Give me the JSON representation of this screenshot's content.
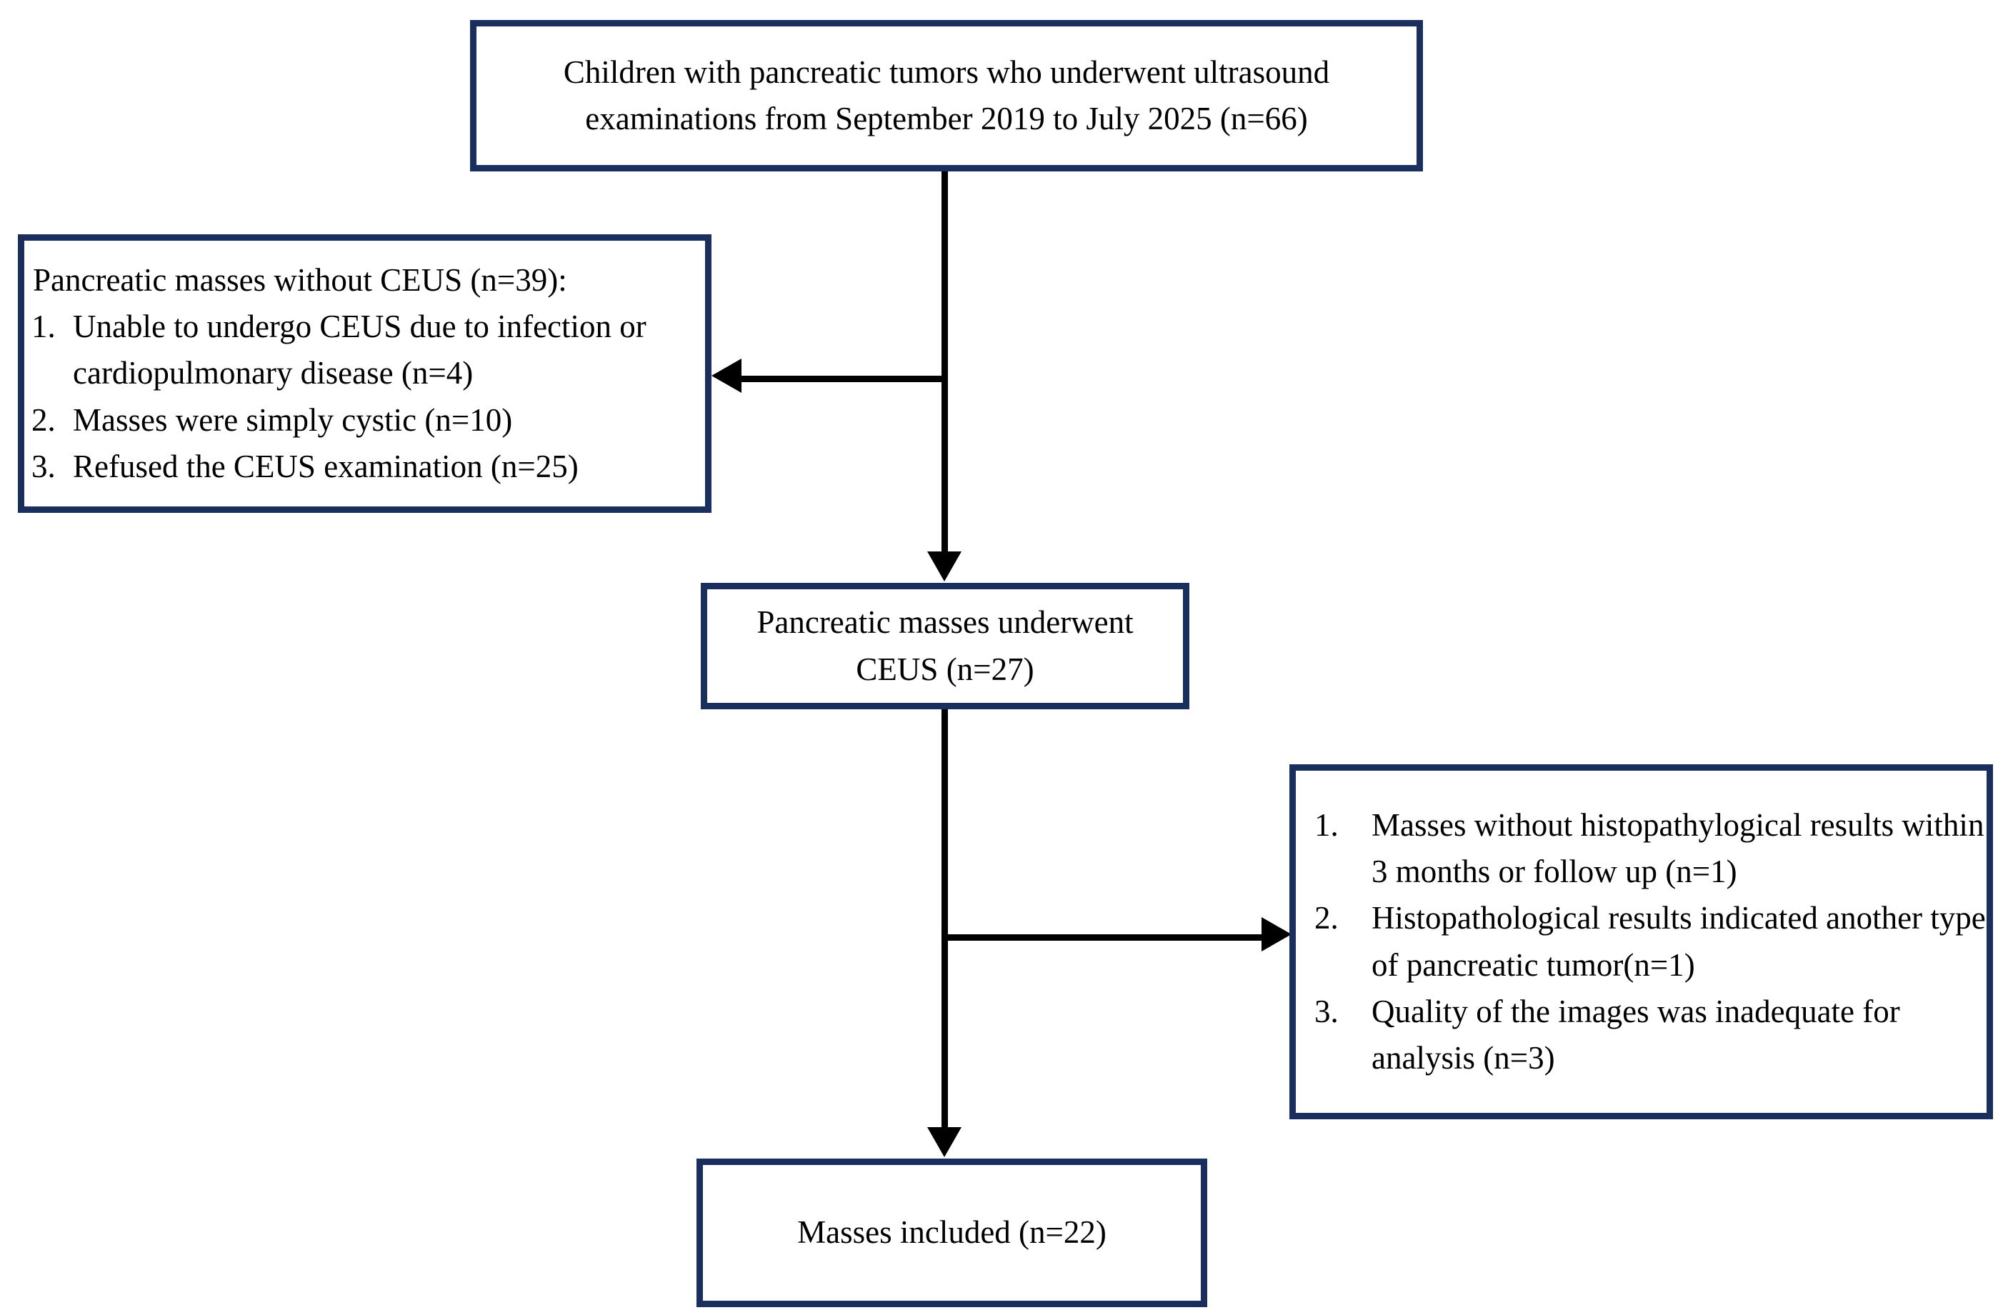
{
  "diagram": {
    "type": "study-flow-chart",
    "border_color": "#1b2f5e",
    "line_color": "#000000",
    "background": "#ffffff"
  },
  "nodes": {
    "enrolled": {
      "name": "enrolled-box",
      "text": "Children with pancreatic tumors who underwent ultrasound examinations from September 2019 to July 2025 (n=66)"
    },
    "excluded_no_ceus": {
      "name": "excluded-no-ceus-box",
      "lead": "Pancreatic masses without CEUS (n=39):",
      "items": [
        {
          "marker": "1.",
          "text": "Unable to undergo CEUS due to infection or cardiopulmonary disease (n=4)"
        },
        {
          "marker": "2.",
          "text": "Masses were simply cystic (n=10)"
        },
        {
          "marker": "3.",
          "text": "Refused the CEUS examination (n=25)"
        }
      ]
    },
    "underwent_ceus": {
      "name": "underwent-ceus-box",
      "text": "Pancreatic masses underwent CEUS (n=27)"
    },
    "excluded_secondary": {
      "name": "excluded-secondary-box",
      "items": [
        {
          "marker": "1.",
          "text": "Masses without histopathylogical results within 3 months or follow up (n=1)"
        },
        {
          "marker": "2.",
          "text": "Histopathological results indicated another type of pancreatic tumor(n=1)"
        },
        {
          "marker": "3.",
          "text": "Quality of the images was inadequate for analysis (n=3)"
        }
      ]
    },
    "included": {
      "name": "included-box",
      "text": "Masses included (n=22)"
    }
  },
  "connectors": [
    {
      "name": "enrolled-to-ceus-connector",
      "from": "enrolled",
      "to": "underwent_ceus",
      "direction": "down"
    },
    {
      "name": "ceus-exclusion-connector",
      "from": "enrolled-to-ceus-connector",
      "to": "excluded_no_ceus",
      "direction": "left"
    },
    {
      "name": "ceus-to-included-connector",
      "from": "underwent_ceus",
      "to": "included",
      "direction": "down"
    },
    {
      "name": "secondary-exclusion-connector",
      "from": "ceus-to-included-connector",
      "to": "excluded_secondary",
      "direction": "right"
    }
  ]
}
